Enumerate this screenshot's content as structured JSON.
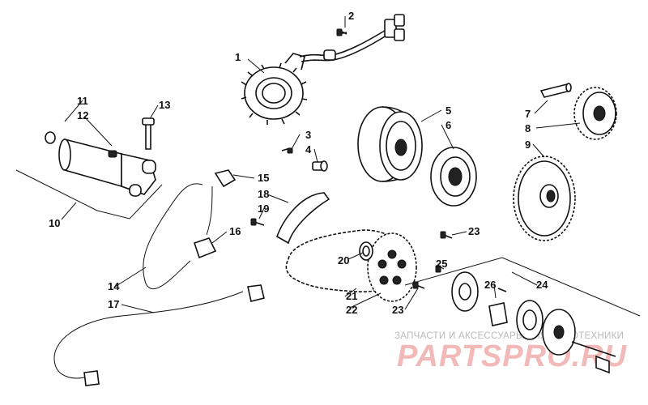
{
  "callouts": [
    {
      "label": "1"
    },
    {
      "label": "2"
    },
    {
      "label": "3"
    },
    {
      "label": "4"
    },
    {
      "label": "5"
    },
    {
      "label": "6"
    },
    {
      "label": "7"
    },
    {
      "label": "8"
    },
    {
      "label": "9"
    },
    {
      "label": "10"
    },
    {
      "label": "11"
    },
    {
      "label": "12"
    },
    {
      "label": "13"
    },
    {
      "label": "14"
    },
    {
      "label": "15"
    },
    {
      "label": "16"
    },
    {
      "label": "17"
    },
    {
      "label": "18"
    },
    {
      "label": "19"
    },
    {
      "label": "20"
    },
    {
      "label": "21"
    },
    {
      "label": "22"
    },
    {
      "label": "23"
    },
    {
      "label": "23"
    },
    {
      "label": "24"
    },
    {
      "label": "25"
    },
    {
      "label": "26"
    }
  ],
  "watermark": {
    "caption": "ЗАПЧАСТИ И АКСЕССУАРЫ ДЛЯ МОТОТЕХНИКИ",
    "logo": "PARTSPRO.RU"
  }
}
